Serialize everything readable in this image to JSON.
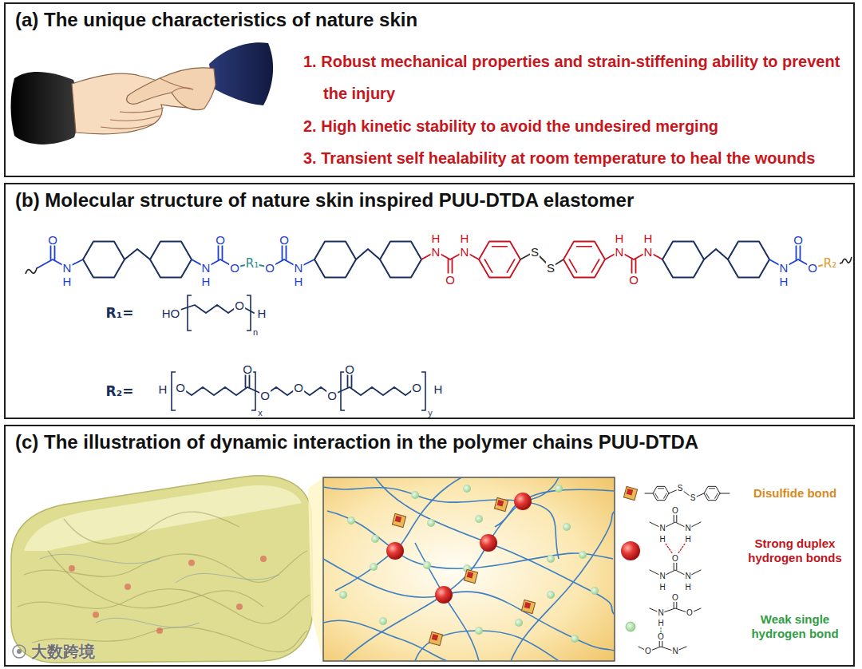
{
  "diagram": {
    "nodes": [
      {
        "text": [
          "(a) The unique characteristics of nature skin",
          "1. Robust mechanical properties and strain-stiffening ability to prevent the injury",
          "2. High kinetic stability to avoid the undesired merging",
          "3. Transient self healability at room temperature to heal the wounds"
        ]
      },
      {
        "text": [
          "(b) Molecular structure of nature skin inspired PUU-DTDA elastomer"
        ]
      },
      {
        "text": [
          "(c) The illustration of dynamic interaction in the polymer chains PUU-DTDA"
        ]
      }
    ],
    "labels": [
      "O",
      "N",
      "H",
      "N",
      "H",
      "O",
      "O",
      "R₁",
      "O",
      "O",
      "N",
      "H",
      "H",
      "N",
      "O",
      "H",
      "N",
      "S",
      "S",
      "H",
      "N",
      "O",
      "H",
      "N",
      "N",
      "H",
      "O",
      "O",
      "R₂",
      "R₁=",
      "HO",
      "O",
      "n",
      "H",
      "R₂=",
      "H",
      "O",
      "O",
      "x",
      "O",
      "O",
      "O",
      "O",
      "O",
      "y",
      "H",
      "S",
      "S",
      "O",
      "N",
      "N",
      "H",
      "H",
      "O",
      "N",
      "N",
      "H",
      "H",
      "O",
      "N",
      "O",
      "H",
      "O",
      "O",
      "N",
      "大数跨境"
    ],
    "legend": [
      {
        "text": "Disulfide bond"
      },
      {
        "text": "Strong duplex hydrogen bonds"
      },
      {
        "text": "Weak single hydrogen bond"
      }
    ]
  }
}
